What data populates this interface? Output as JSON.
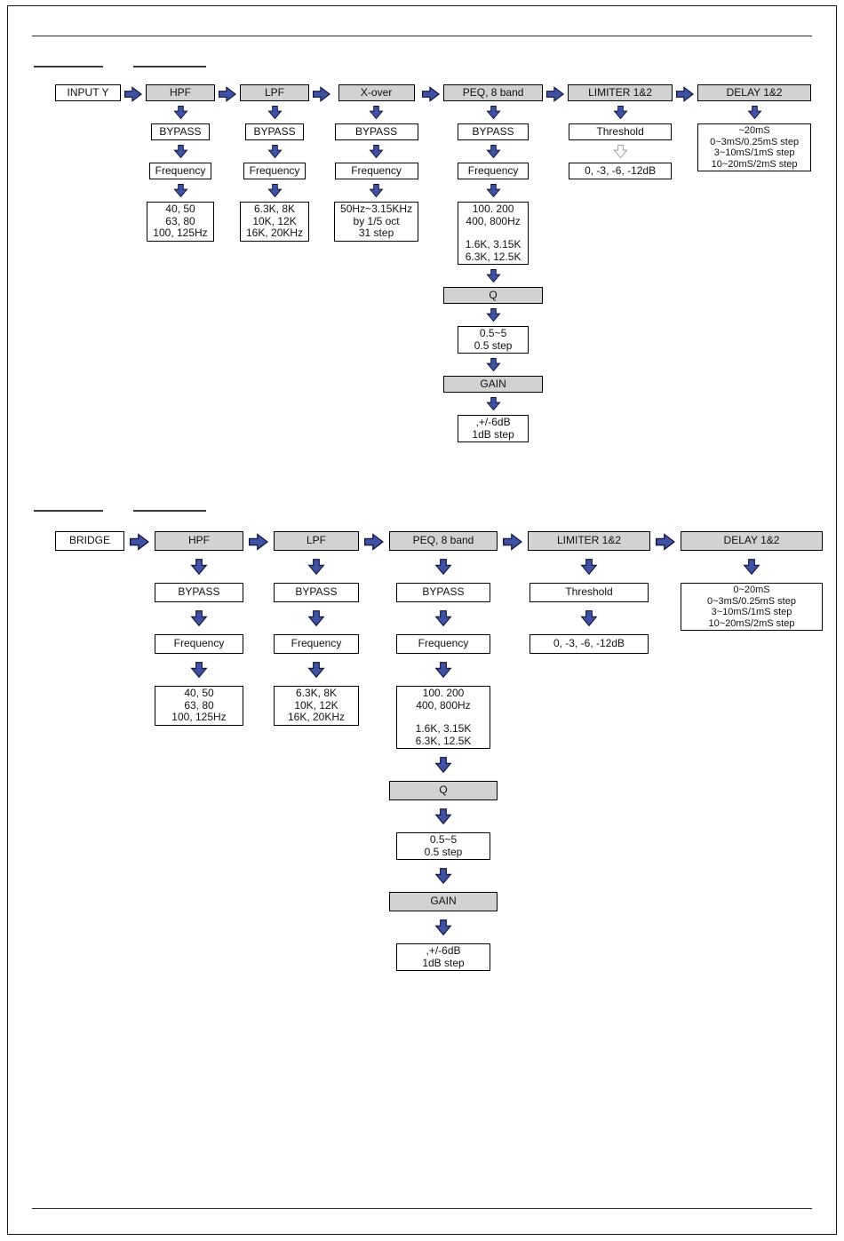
{
  "colors": {
    "arrow_fill": "#3f51a3",
    "arrow_outline": "#10103a",
    "hollow_fill": "#ffffff",
    "hollow_outline": "#9a9a9a",
    "box_gray": "#d2d2d2",
    "box_border": "#000000"
  },
  "sections": [
    {
      "id": "input-y",
      "columns": [
        {
          "header": "INPUT Y",
          "variant": "white",
          "items": []
        },
        {
          "header": "HPF",
          "variant": "gray",
          "items": [
            {
              "variant": "white",
              "lines": [
                "BYPASS"
              ]
            },
            {
              "variant": "white",
              "lines": [
                "Frequency"
              ]
            },
            {
              "variant": "white",
              "lines": [
                "40, 50",
                "63, 80",
                "100, 125Hz"
              ]
            }
          ]
        },
        {
          "header": "LPF",
          "variant": "gray",
          "items": [
            {
              "variant": "white",
              "lines": [
                "BYPASS"
              ]
            },
            {
              "variant": "white",
              "lines": [
                "Frequency"
              ]
            },
            {
              "variant": "white",
              "lines": [
                "6.3K, 8K",
                "10K, 12K",
                "16K, 20KHz"
              ]
            }
          ]
        },
        {
          "header": "X-over",
          "variant": "gray",
          "items": [
            {
              "variant": "white",
              "lines": [
                "BYPASS"
              ]
            },
            {
              "variant": "white",
              "lines": [
                "Frequency"
              ]
            },
            {
              "variant": "white",
              "lines": [
                "50Hz~3.15KHz",
                "by 1/5 oct",
                "31 step"
              ]
            }
          ]
        },
        {
          "header": "PEQ, 8 band",
          "variant": "gray",
          "items": [
            {
              "variant": "white",
              "lines": [
                "BYPASS"
              ]
            },
            {
              "variant": "white",
              "lines": [
                "Frequency"
              ]
            },
            {
              "variant": "white",
              "lines": [
                "100. 200",
                "400, 800Hz",
                "",
                "1.6K, 3.15K",
                "6.3K, 12.5K"
              ]
            },
            {
              "variant": "gray",
              "lines": [
                "Q"
              ]
            },
            {
              "variant": "white",
              "lines": [
                "0.5~5",
                "0.5 step"
              ]
            },
            {
              "variant": "gray",
              "lines": [
                "GAIN"
              ]
            },
            {
              "variant": "white",
              "lines": [
                ",+/-6dB",
                "1dB step"
              ]
            }
          ]
        },
        {
          "header": "LIMITER 1&2",
          "variant": "gray",
          "items": [
            {
              "variant": "white",
              "lines": [
                "Threshold"
              ]
            },
            {
              "variant": "white",
              "arrow_above": "hollow",
              "lines": [
                "0, -3, -6, -12dB"
              ]
            }
          ]
        },
        {
          "header": "DELAY 1&2",
          "variant": "gray",
          "items": [
            {
              "variant": "white",
              "lines": [
                "~20mS",
                "0~3mS/0.25mS step",
                "3~10mS/1mS step",
                "10~20mS/2mS step"
              ]
            }
          ]
        }
      ]
    },
    {
      "id": "bridge",
      "columns": [
        {
          "header": "BRIDGE",
          "variant": "white",
          "items": []
        },
        {
          "header": "HPF",
          "variant": "gray",
          "items": [
            {
              "variant": "white",
              "lines": [
                "BYPASS"
              ]
            },
            {
              "variant": "white",
              "lines": [
                "Frequency"
              ]
            },
            {
              "variant": "white",
              "lines": [
                "40, 50",
                "63, 80",
                "100, 125Hz"
              ]
            }
          ]
        },
        {
          "header": "LPF",
          "variant": "gray",
          "items": [
            {
              "variant": "white",
              "lines": [
                "BYPASS"
              ]
            },
            {
              "variant": "white",
              "lines": [
                "Frequency"
              ]
            },
            {
              "variant": "white",
              "lines": [
                "6.3K, 8K",
                "10K, 12K",
                "16K, 20KHz"
              ]
            }
          ]
        },
        {
          "header": "PEQ, 8 band",
          "variant": "gray",
          "items": [
            {
              "variant": "white",
              "lines": [
                "BYPASS"
              ]
            },
            {
              "variant": "white",
              "lines": [
                "Frequency"
              ]
            },
            {
              "variant": "white",
              "lines": [
                "100. 200",
                "400, 800Hz",
                "",
                "1.6K, 3.15K",
                "6.3K, 12.5K"
              ]
            },
            {
              "variant": "gray",
              "lines": [
                "Q"
              ]
            },
            {
              "variant": "white",
              "lines": [
                "0.5~5",
                "0.5 step"
              ]
            },
            {
              "variant": "gray",
              "lines": [
                "GAIN"
              ]
            },
            {
              "variant": "white",
              "lines": [
                ",+/-6dB",
                "1dB step"
              ]
            }
          ]
        },
        {
          "header": "LIMITER 1&2",
          "variant": "gray",
          "items": [
            {
              "variant": "white",
              "lines": [
                "Threshold"
              ]
            },
            {
              "variant": "white",
              "lines": [
                "0, -3, -6, -12dB"
              ]
            }
          ]
        },
        {
          "header": "DELAY 1&2",
          "variant": "gray",
          "items": [
            {
              "variant": "white",
              "lines": [
                "0~20mS",
                "0~3mS/0.25mS step",
                "3~10mS/1mS step",
                "10~20mS/2mS step"
              ]
            }
          ]
        }
      ]
    }
  ]
}
